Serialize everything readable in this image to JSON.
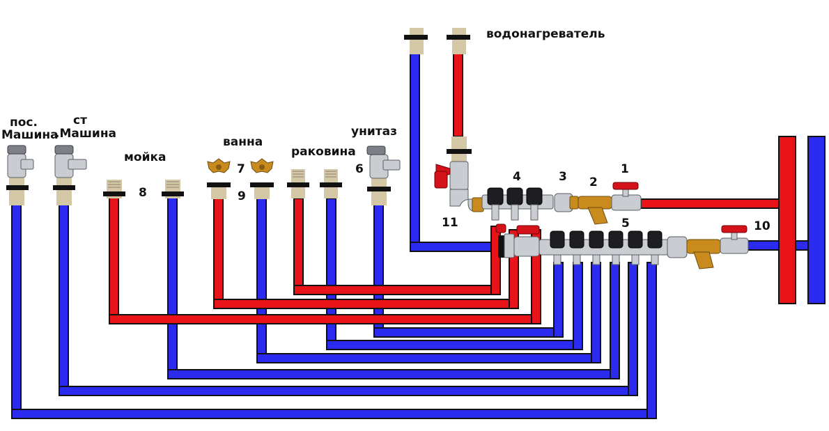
{
  "title": "",
  "labels": {
    "water_heater": "водонагреватель",
    "dishwasher_line1": "пос.",
    "dishwasher_line2": "Машина",
    "washer_line1": "ст",
    "washer_line2": ".Машина",
    "sink_kitchen": "мойка",
    "bathtub": "ванна",
    "washbasin": "раковина",
    "toilet": "унитаз"
  },
  "numbers": {
    "n1": "1",
    "n2": "2",
    "n3": "3",
    "n4": "4",
    "n5": "5",
    "n6": "6",
    "n7": "7",
    "n8": "8",
    "n9": "9",
    "n10": "10",
    "n11": "11"
  },
  "colors": {
    "hot": "#e8141a",
    "cold": "#2b2bf0",
    "outline": "#111111",
    "fitting_stub": "#d3c7a6",
    "brass": "#c98a1e",
    "chrome": "#c9ccd0"
  }
}
